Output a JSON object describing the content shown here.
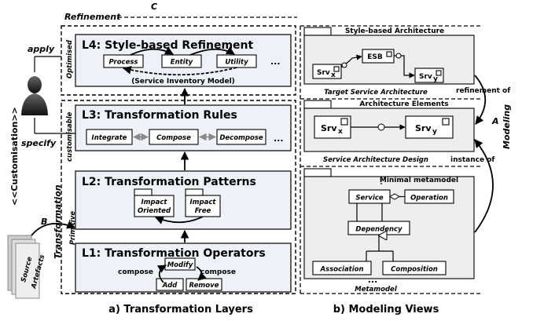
{
  "labels": {
    "refinement_c": "C",
    "refinement": "Refinement",
    "customisation": "<<Customisation>>",
    "apply": "apply",
    "specify": "specify",
    "optimised": "Optimised",
    "customisable": "customisable",
    "primitive": "Primitive",
    "transformation": "Transformation",
    "b": "B",
    "source_artefacts_1": "Source",
    "source_artefacts_2": "Artefacts",
    "a": "A",
    "modeling": "Modeling",
    "refinement_of": "refinement of",
    "instance_of": "instance of"
  },
  "layers": {
    "l4": {
      "title": "L4: Style-based Refinement",
      "items": [
        "Process",
        "Entity",
        "Utility"
      ],
      "more": "...",
      "note": "(Service Inventory Model)"
    },
    "l3": {
      "title": "L3: Transformation Rules",
      "items": [
        "Integrate",
        "Compose",
        "Decompose"
      ],
      "more": "..."
    },
    "l2": {
      "title": "L2: Transformation Patterns",
      "impact_oriented_1": "Impact",
      "impact_oriented_2": "Oriented",
      "impact_free_1": "Impact",
      "impact_free_2": "Free"
    },
    "l1": {
      "title": "L1: Transformation Operators",
      "modify": "Modify",
      "add": "Add",
      "remove": "Remove",
      "compose_left": "compose",
      "compose_right": "compose"
    }
  },
  "views": {
    "style": {
      "header": "Style-based Architecture",
      "esb": "ESB",
      "srv": "Srv",
      "sub_x": "x",
      "sub_y": "y",
      "caption": "Target Service Architecture"
    },
    "elements": {
      "header": "Architecture Elements",
      "srv": "Srv",
      "sub_x": "x",
      "sub_y": "y",
      "caption": "Service Architecture Design"
    },
    "meta": {
      "header": "Minimal metamodel",
      "service": "Service",
      "operation": "Operation",
      "dependency": "Dependency",
      "association": "Association",
      "composition": "Composition",
      "more": "...",
      "caption": "Metamodel"
    }
  },
  "captions": {
    "a": "a) Transformation Layers",
    "b": "b) Modeling Views"
  }
}
